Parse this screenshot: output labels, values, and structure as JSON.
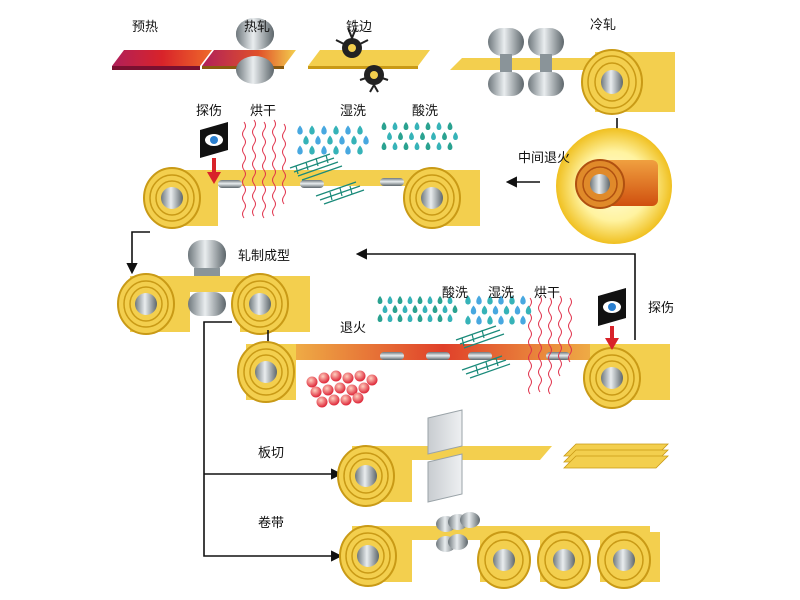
{
  "labels": {
    "preheat": "预热",
    "hot_roll": "热轧",
    "edge_mill": "铣边",
    "cold_roll": "冷轧",
    "flaw_detect_1": "探伤",
    "dry_1": "烘干",
    "wet_wash_1": "湿洗",
    "pickle_1": "酸洗",
    "intermediate_anneal": "中间退火",
    "roll_forming": "轧制成型",
    "pickle_2": "酸洗",
    "wet_wash_2": "湿洗",
    "dry_2": "烘干",
    "flaw_detect_2": "探伤",
    "anneal": "退火",
    "sheet_cut": "板切",
    "coil_strip": "卷带"
  },
  "colors": {
    "strip_gold": "#f3cf4e",
    "strip_gold_dark": "#c99a16",
    "hot_red": "#d8232a",
    "hot_magenta": "#b0205a",
    "roller_gray": "#9aa3a8",
    "water_teal": "#36b3b8",
    "water_blue": "#48a8e0",
    "steam_red": "#e0304a",
    "glow_yellow": "#fff7a8",
    "glow_orange": "#e07a1a"
  }
}
